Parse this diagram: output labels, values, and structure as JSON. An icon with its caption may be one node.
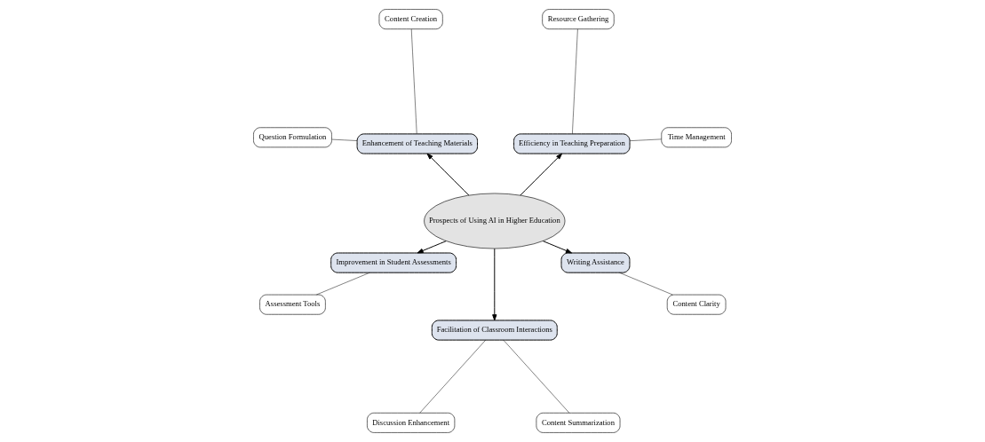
{
  "diagram": {
    "nodes": [
      {
        "text": [
          "Prospects of Using AI in Higher Education"
        ]
      },
      {
        "text": [
          "Efficiency in Teaching Preparation"
        ]
      },
      {
        "text": [
          "Time Management"
        ]
      },
      {
        "text": [
          "Resource Gathering"
        ]
      },
      {
        "text": [
          "Enhancement of Teaching Materials"
        ]
      },
      {
        "text": [
          "Content Creation"
        ]
      },
      {
        "text": [
          "Question Formulation"
        ]
      },
      {
        "text": [
          "Improvement in Student Assessments"
        ]
      },
      {
        "text": [
          "Assessment Tools"
        ]
      },
      {
        "text": [
          "Facilitation of Classroom Interactions"
        ]
      },
      {
        "text": [
          "Discussion Enhancement"
        ]
      },
      {
        "text": [
          "Content Summarization"
        ]
      },
      {
        "text": [
          "Writing Assistance"
        ]
      },
      {
        "text": [
          "Content Clarity"
        ]
      }
    ],
    "edges": [
      {
        "from": 0,
        "to": 1,
        "arrow": "to"
      },
      {
        "from": 0,
        "to": 4,
        "arrow": "to"
      },
      {
        "from": 0,
        "to": 7,
        "arrow": "to"
      },
      {
        "from": 0,
        "to": 9,
        "arrow": "to"
      },
      {
        "from": 0,
        "to": 12,
        "arrow": "to"
      },
      {
        "from": 1,
        "to": 2,
        "arrow": "none"
      },
      {
        "from": 1,
        "to": 3,
        "arrow": "none"
      },
      {
        "from": 4,
        "to": 5,
        "arrow": "none"
      },
      {
        "from": 4,
        "to": 6,
        "arrow": "none"
      },
      {
        "from": 7,
        "to": 8,
        "arrow": "none"
      },
      {
        "from": 9,
        "to": 10,
        "arrow": "none"
      },
      {
        "from": 9,
        "to": 11,
        "arrow": "none"
      },
      {
        "from": 12,
        "to": 13,
        "arrow": "none"
      }
    ]
  }
}
